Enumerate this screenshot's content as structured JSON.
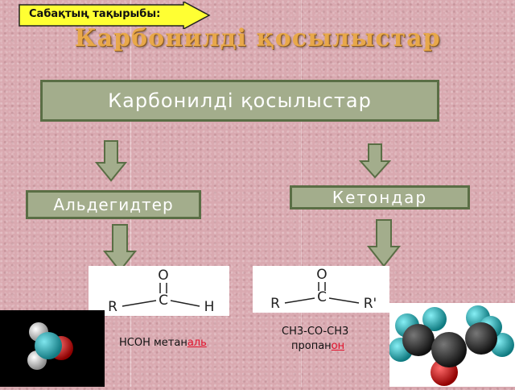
{
  "topic_label": "Сабақтың тақырыбы:",
  "title": "Карбонилді қосылыстар",
  "main_box": "Карбонилді  қосылыстар",
  "aldehydes": {
    "label": "Альдегидтер",
    "formula_atoms": {
      "o": "O",
      "c": "C",
      "r": "R",
      "h": "H"
    },
    "caption_prefix": "HCOH метан",
    "caption_suffix": "аль"
  },
  "ketones": {
    "label": "Кетондар",
    "formula_atoms": {
      "o": "O",
      "c": "C",
      "r": "R",
      "r2": "R'"
    },
    "caption_line1": "CH3-CO-CH3",
    "caption_line2_prefix": "пропан",
    "caption_line2_suffix": "он"
  },
  "colors": {
    "box_fill": "#a3ad8c",
    "box_border": "#5a6e45",
    "arrow_fill": "#a3ad8c",
    "title": "#e8a84a",
    "tag_fill": "#ffff33",
    "suffix": "#e0102a",
    "atom_carbon": "#222222",
    "atom_oxygen": "#e00000",
    "atom_hydrogen_white": "#e8e8e8",
    "atom_hydrogen_cyan": "#2bb8c0"
  }
}
